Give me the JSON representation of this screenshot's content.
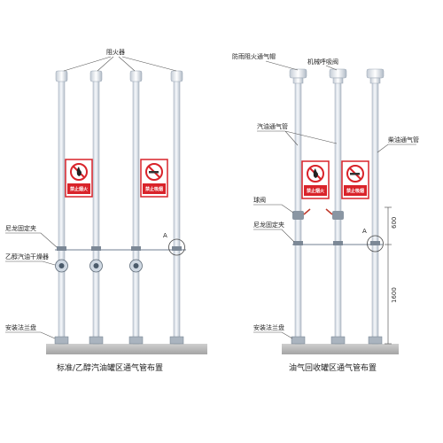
{
  "left": {
    "top_label": "阻火器",
    "labels": {
      "clamp": "尼龙固定夹",
      "dryer": "乙醇汽油干燥器",
      "flange": "安装法兰盘"
    },
    "signs": [
      "禁止烟火",
      "禁止吸烟"
    ],
    "detail_mark": "A",
    "caption": "标准/乙醇汽油罐区通气管布置"
  },
  "right": {
    "labels": {
      "arrester_cap": "防雨阻火通气帽",
      "breather": "机械呼吸阀",
      "gasoline_vent": "汽油通气管",
      "diesel_vent": "柴油通气管",
      "ball_valve": "球阀",
      "clamp": "尼龙固定夹",
      "flange": "安装法兰盘"
    },
    "signs": [
      "禁止烟火",
      "禁止吸烟"
    ],
    "detail_mark": "A",
    "dimensions": [
      "600",
      "1600"
    ],
    "caption": "油气回收罐区通气管布置"
  },
  "colors": {
    "sign_red": "#d9232a",
    "pipe": "#e6ebf1",
    "base": "#b6b6b6"
  }
}
